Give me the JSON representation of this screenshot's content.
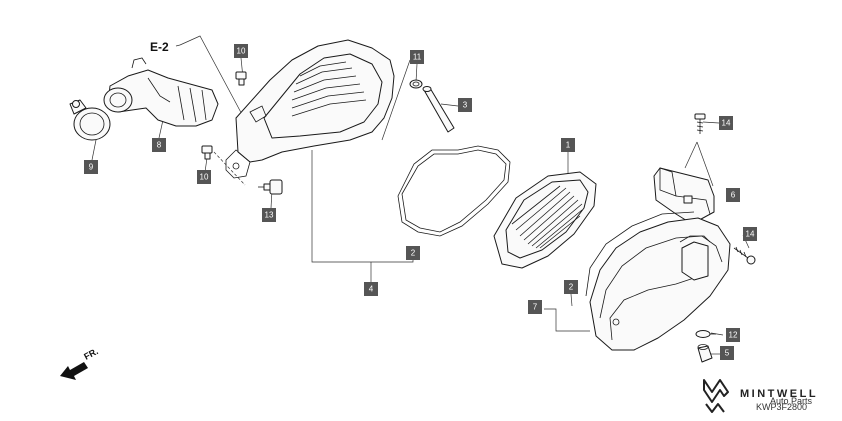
{
  "diagram": {
    "reference": "E-2",
    "direction_label": "FR.",
    "part_code": "KWP3F2800",
    "brand": {
      "name": "MINTWELL",
      "tagline": "Auto Parts"
    },
    "callouts": [
      {
        "id": "c1",
        "number": "1"
      },
      {
        "id": "c2a",
        "number": "2"
      },
      {
        "id": "c2b",
        "number": "2"
      },
      {
        "id": "c3",
        "number": "3"
      },
      {
        "id": "c4",
        "number": "4"
      },
      {
        "id": "c5",
        "number": "5"
      },
      {
        "id": "c6",
        "number": "6"
      },
      {
        "id": "c7",
        "number": "7"
      },
      {
        "id": "c8",
        "number": "8"
      },
      {
        "id": "c9",
        "number": "9"
      },
      {
        "id": "c10a",
        "number": "10"
      },
      {
        "id": "c10b",
        "number": "10"
      },
      {
        "id": "c11",
        "number": "11"
      },
      {
        "id": "c12",
        "number": "12"
      },
      {
        "id": "c13",
        "number": "13"
      },
      {
        "id": "c14a",
        "number": "14"
      },
      {
        "id": "c14b",
        "number": "14"
      }
    ]
  }
}
